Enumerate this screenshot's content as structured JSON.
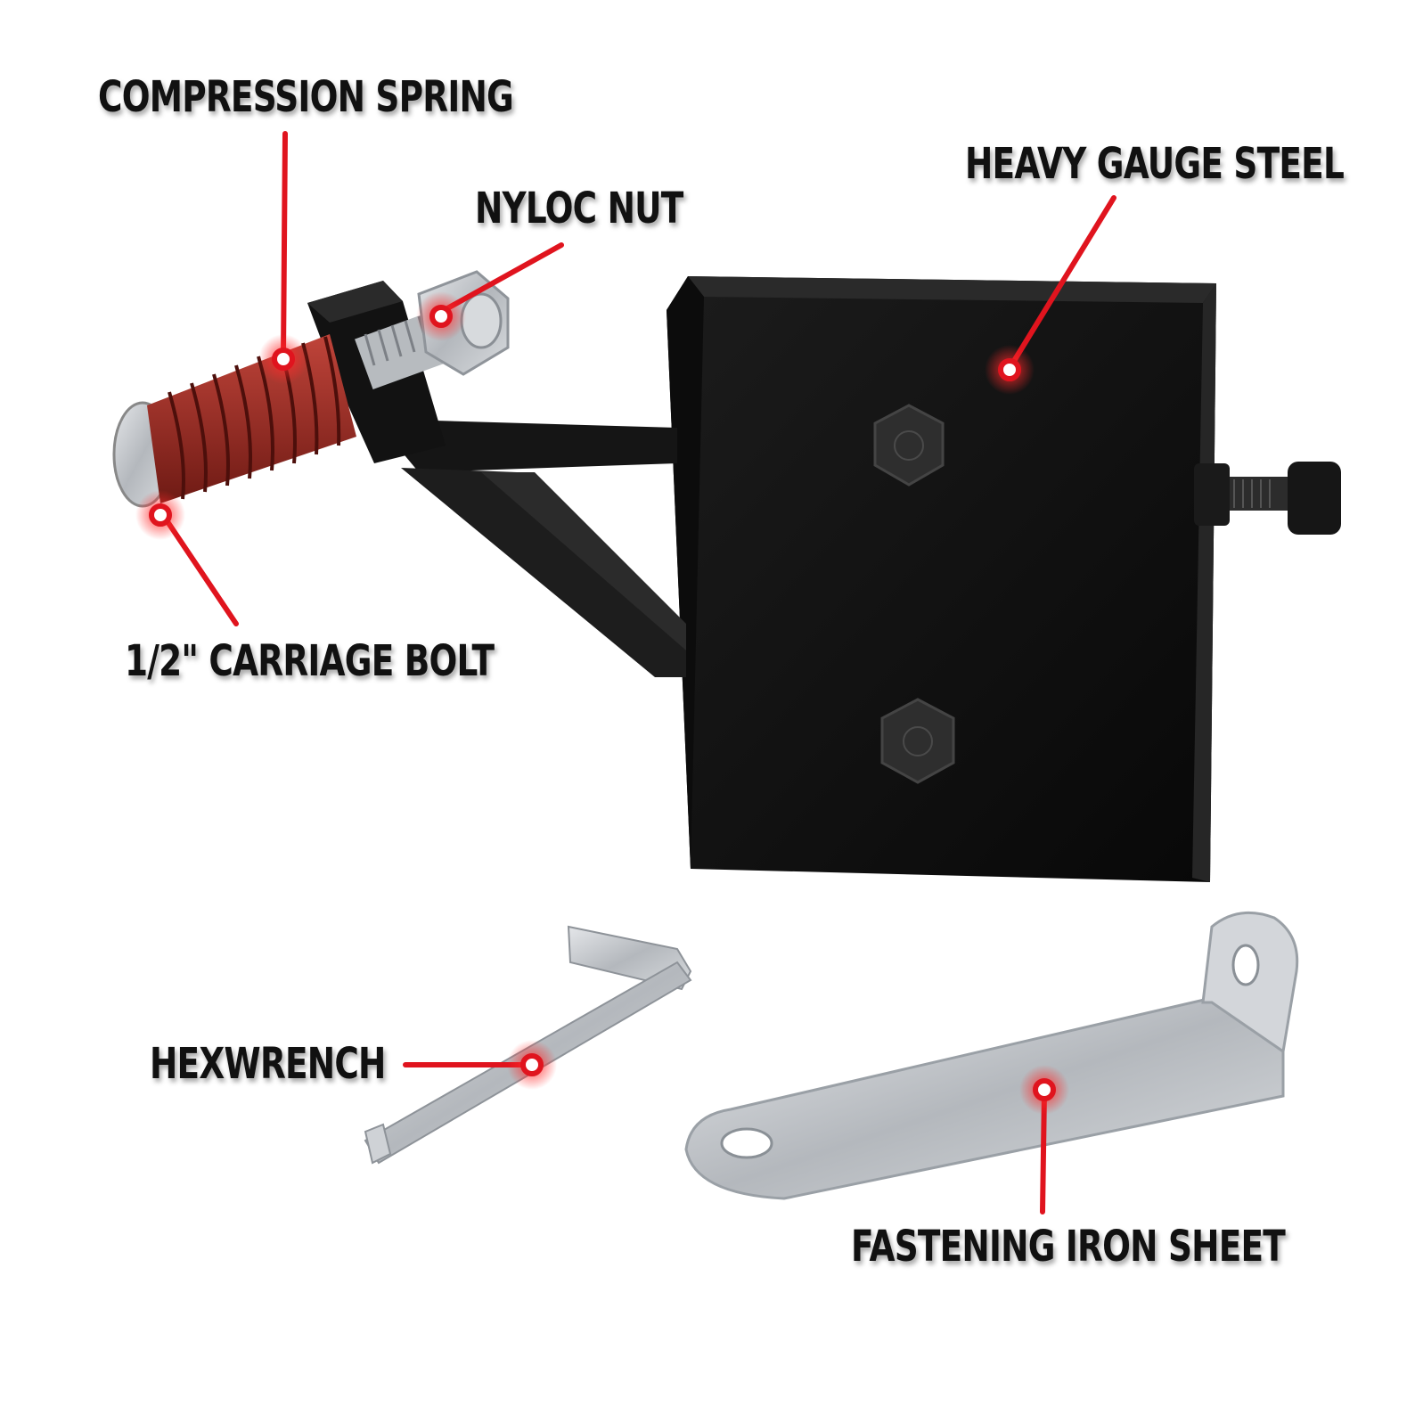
{
  "labels": {
    "compression_spring": "COMPRESSION SPRING",
    "nyloc_nut": "NYLOC NUT",
    "heavy_gauge_steel": "HEAVY GAUGE STEEL",
    "carriage_bolt": "1/2\" CARRIAGE BOLT",
    "hexwrench": "HEXWRENCH",
    "fastening_iron_sheet": "FASTENING IRON SHEET"
  },
  "colors": {
    "callout_red": "#e0141e",
    "bracket_black": "#141414",
    "spring_red": "#9e2a22",
    "zinc_silver": "#c9ccd0"
  }
}
